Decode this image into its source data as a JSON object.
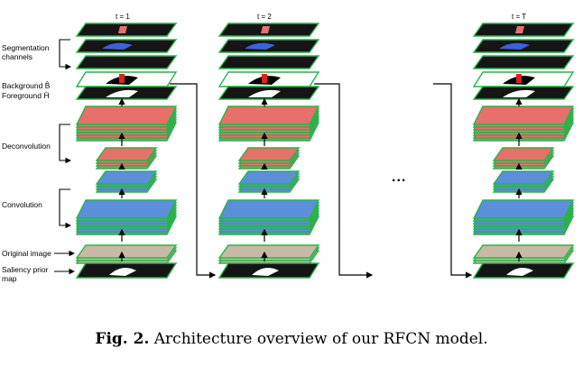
{
  "time_labels": [
    "t = 1",
    "t = 2",
    "t = T"
  ],
  "row_labels": {
    "segmentation": "Segmentation\nchannels",
    "background": "Background",
    "background_sym": "B̂",
    "foreground": "Foreground",
    "foreground_sym": "Ĥ",
    "deconvolution": "Deconvolution",
    "convolution": "Convolution",
    "original": "Original image",
    "saliency": "Saliency prior\nmap"
  },
  "ellipsis": "...",
  "caption": {
    "prefix": "Fig. 2.",
    "text": "Architecture overview of our RFCN model."
  },
  "colors": {
    "border": "#2ab24a",
    "conv_blue": "#5b8fd9",
    "deconv_red": "#e8706b",
    "dark": "#151515"
  }
}
